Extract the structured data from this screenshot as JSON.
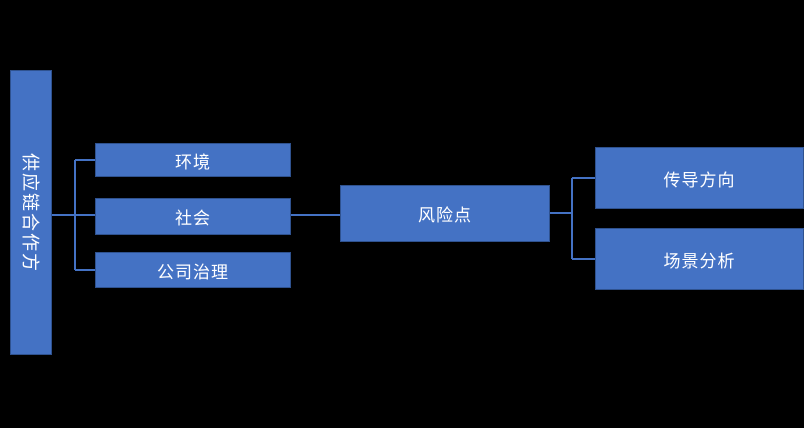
{
  "diagram": {
    "root": {
      "label": "供应链合作方"
    },
    "categories": [
      {
        "label": "环境"
      },
      {
        "label": "社会"
      },
      {
        "label": "公司治理"
      }
    ],
    "center": {
      "label": "风险点"
    },
    "outputs": [
      {
        "label": "传导方向"
      },
      {
        "label": "场景分析"
      }
    ],
    "colors": {
      "background": "#000000",
      "box_fill": "#4472C4",
      "box_border": "#2F528F",
      "connector": "#4472C4",
      "text": "#FFFFFF"
    }
  }
}
